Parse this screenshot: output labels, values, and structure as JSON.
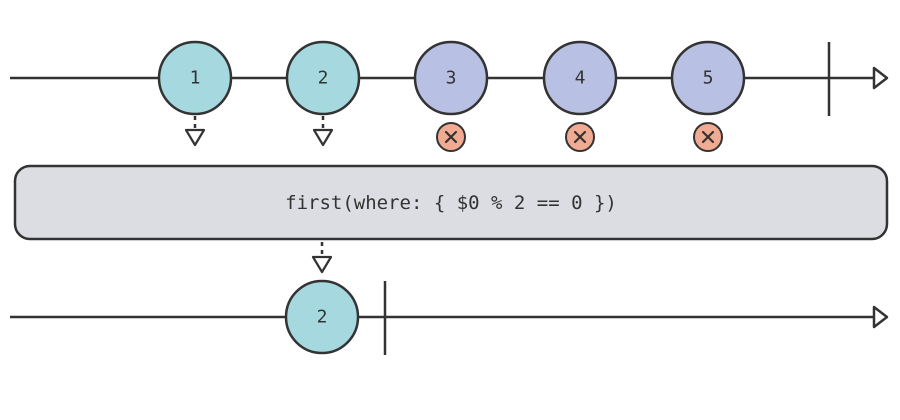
{
  "operator": {
    "label": "first(where: { $0 % 2 == 0 })"
  },
  "input_stream": {
    "marbles": [
      {
        "label": "1",
        "passes_filter": false,
        "outcome": "forwarded"
      },
      {
        "label": "2",
        "passes_filter": true,
        "outcome": "forwarded"
      },
      {
        "label": "3",
        "passes_filter": false,
        "outcome": "dropped"
      },
      {
        "label": "4",
        "passes_filter": true,
        "outcome": "dropped"
      },
      {
        "label": "5",
        "passes_filter": false,
        "outcome": "dropped"
      }
    ],
    "completes": true
  },
  "output_stream": {
    "marbles": [
      {
        "label": "2"
      }
    ],
    "completes": true
  },
  "colors": {
    "emitted_marble": "#a6d9df",
    "dropped_marble": "#b8c1e3",
    "drop_marker": "#f2ab93",
    "operator_box": "#dcdde2",
    "stroke": "#333333"
  }
}
